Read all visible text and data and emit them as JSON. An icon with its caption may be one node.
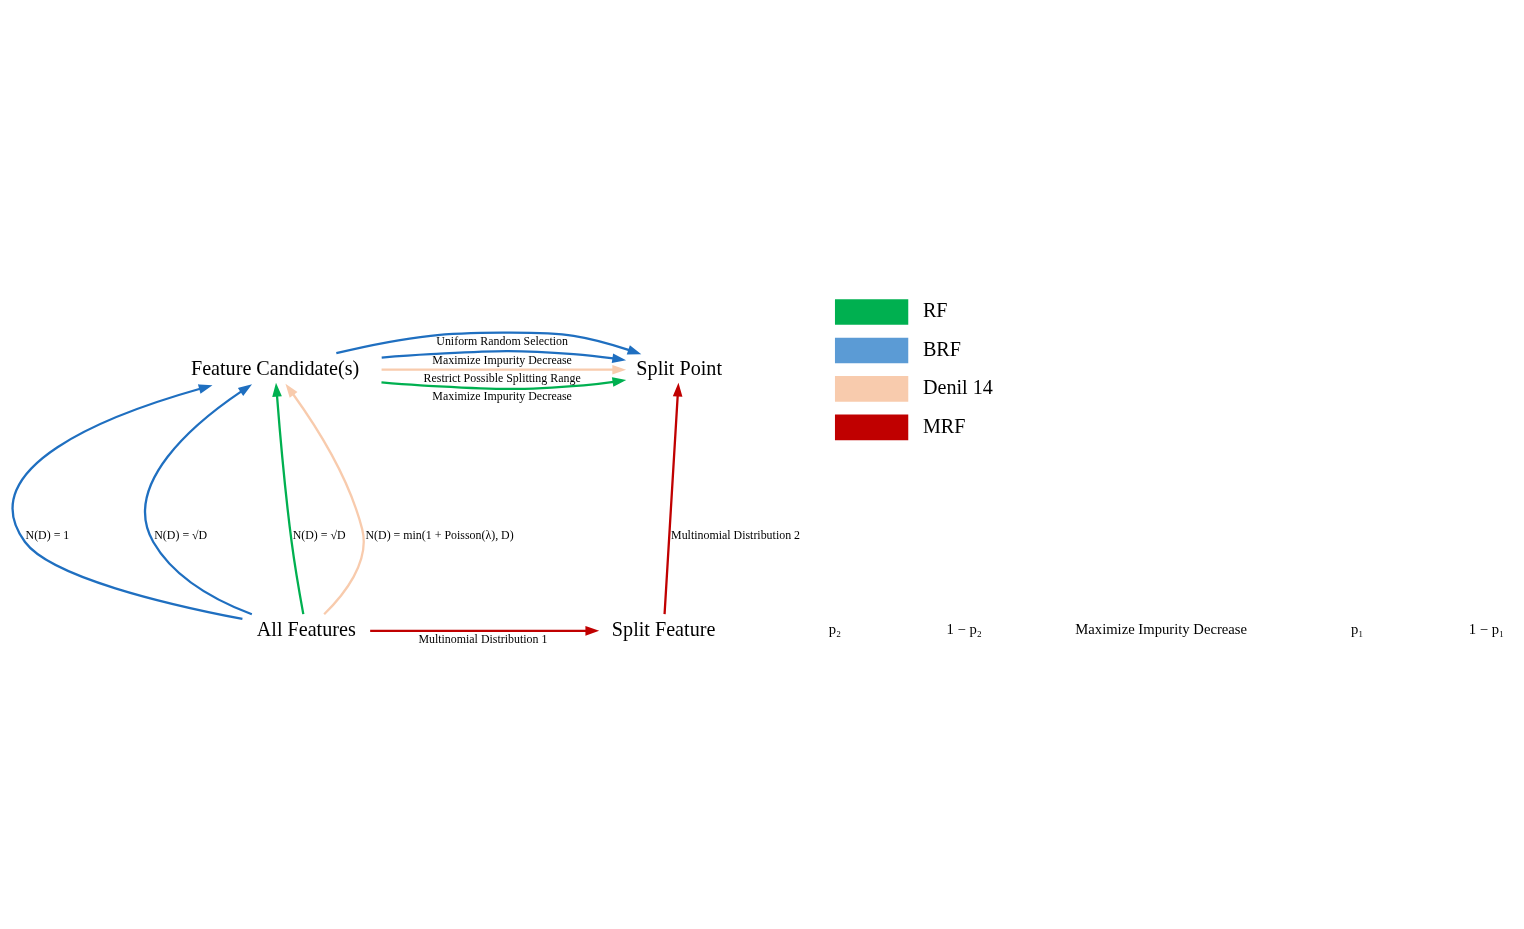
{
  "diagram": {
    "nodes": [
      {
        "text": [
          "Feature Candidate(s)"
        ]
      },
      {
        "text": [
          "Split Point"
        ]
      },
      {
        "text": [
          "All Features"
        ]
      },
      {
        "text": [
          "Split Feature"
        ]
      }
    ],
    "edges": [
      {
        "from": 2,
        "to": 0,
        "arrow": "to",
        "label": "N(D) = 1"
      },
      {
        "from": 2,
        "to": 0,
        "arrow": "to",
        "label": "N(D) = √D"
      },
      {
        "from": 2,
        "to": 0,
        "arrow": "to",
        "label": "N(D) = √D",
        "color": "#00b050"
      },
      {
        "from": 2,
        "to": 0,
        "arrow": "to",
        "label": "N(D) = min(1 + Poisson(λ), D)",
        "color": "#f8cbad"
      },
      {
        "from": 0,
        "to": 1,
        "arrow": "to",
        "label": "Uniform Random Selection"
      },
      {
        "from": 0,
        "to": 1,
        "arrow": "to",
        "label": "Maximize Impurity Decrease"
      },
      {
        "from": 0,
        "to": 1,
        "arrow": "to",
        "label": "Maximize Impurity Decrease",
        "color": "#00b050"
      },
      {
        "from": 0,
        "to": 1,
        "arrow": "to",
        "label": "Restrict Possible Splitting Range",
        "color": "#f8cbad"
      },
      {
        "from": 2,
        "to": 3,
        "arrow": "to",
        "label": "Multinomial Distribution 1",
        "color": "#c00000"
      },
      {
        "from": 3,
        "to": 1,
        "arrow": "to",
        "label": "Multinomial Distribution 2",
        "color": "#c00000"
      }
    ],
    "labels": [
      "p₂",
      "1 − p₂",
      "Maximize Impurity Decrease",
      "p₁",
      "1 − p₁"
    ],
    "legend": [
      {
        "text": "RF",
        "color": "#00b050"
      },
      {
        "text": "BRF",
        "color": "#5b9bd5"
      },
      {
        "text": "Denil 14",
        "color": "#f8cbad"
      },
      {
        "text": "MRF",
        "color": "#c00000"
      }
    ]
  }
}
